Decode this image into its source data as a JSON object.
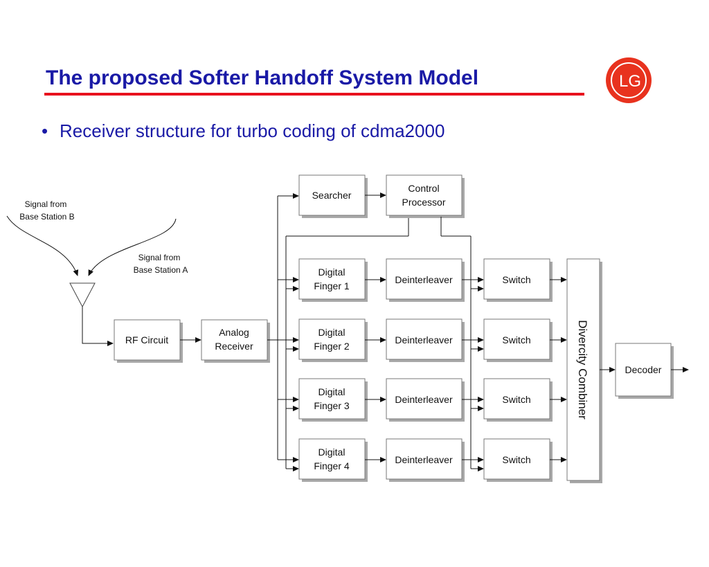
{
  "title": "The proposed Softer Handoff System Model",
  "bullet": "Receiver structure for turbo coding of cdma2000",
  "colors": {
    "title": "#1a1aa6",
    "underline": "#e8101e",
    "logo": "#e8321e"
  },
  "logo": {
    "text": "LG"
  },
  "diagram": {
    "signal_b": [
      "Signal from",
      "Base Station B"
    ],
    "signal_a": [
      "Signal from",
      "Base Station A"
    ],
    "rf_circuit": "RF Circuit",
    "analog_receiver": [
      "Analog",
      "Receiver"
    ],
    "searcher": "Searcher",
    "control_processor": [
      "Control",
      "Processor"
    ],
    "fingers": [
      {
        "finger": [
          "Digital",
          "Finger 1"
        ],
        "deinterleaver": "Deinterleaver",
        "switch": "Switch"
      },
      {
        "finger": [
          "Digital",
          "Finger 2"
        ],
        "deinterleaver": "Deinterleaver",
        "switch": "Switch"
      },
      {
        "finger": [
          "Digital",
          "Finger 3"
        ],
        "deinterleaver": "Deinterleaver",
        "switch": "Switch"
      },
      {
        "finger": [
          "Digital",
          "Finger 4"
        ],
        "deinterleaver": "Deinterleaver",
        "switch": "Switch"
      }
    ],
    "combiner": "Divercity Combiner",
    "decoder": "Decoder"
  }
}
